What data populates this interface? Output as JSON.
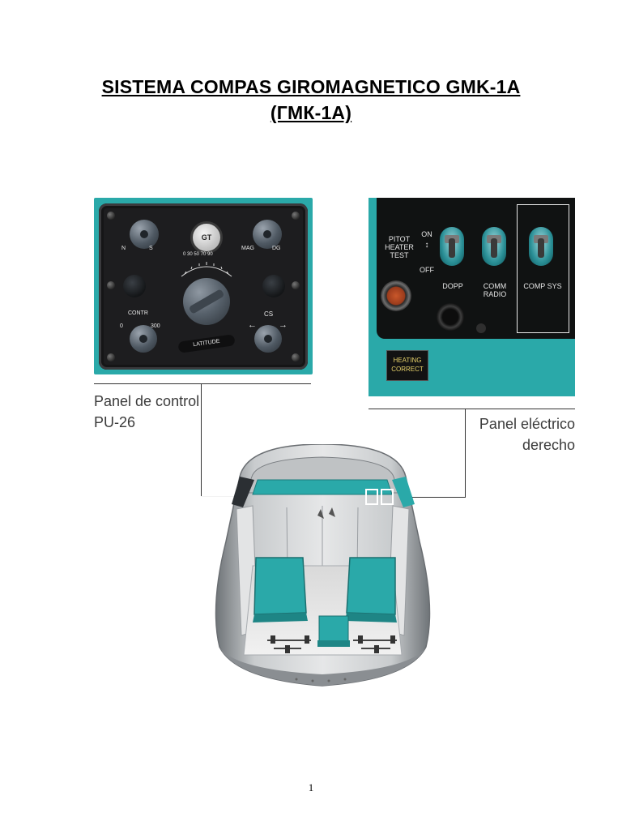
{
  "title_line1": "SISTEMA COMPAS GIROMAGNETICO GMK-1A",
  "title_line2": "(ГМК-1А)",
  "left_panel": {
    "caption_line1": "Panel de control",
    "caption_line2": "PU-26",
    "labels": {
      "gt": "GT",
      "n": "N",
      "s": "S",
      "mag": "MAG",
      "dg": "DG",
      "contr": "CONTR",
      "zero": "0",
      "three_hundred": "300",
      "cs": "CS",
      "latitude": "LATITUDE",
      "scale": "0 30 50 70 90"
    }
  },
  "right_panel": {
    "caption_line1": "Panel eléctrico",
    "caption_line2": "derecho",
    "labels": {
      "pitot_1": "PITOT",
      "pitot_2": "HEATER",
      "pitot_3": "TEST",
      "on": "ON",
      "off": "OFF",
      "dopp": "DOPP",
      "comm_1": "COMM",
      "comm_2": "RADIO",
      "comp_sys": "COMP SYS",
      "heating_1": "HEATING",
      "heating_2": "CORRECT"
    }
  },
  "colors": {
    "teal": "#2aa9a9",
    "panel_black": "#1d1d1f"
  },
  "page_number": "1"
}
